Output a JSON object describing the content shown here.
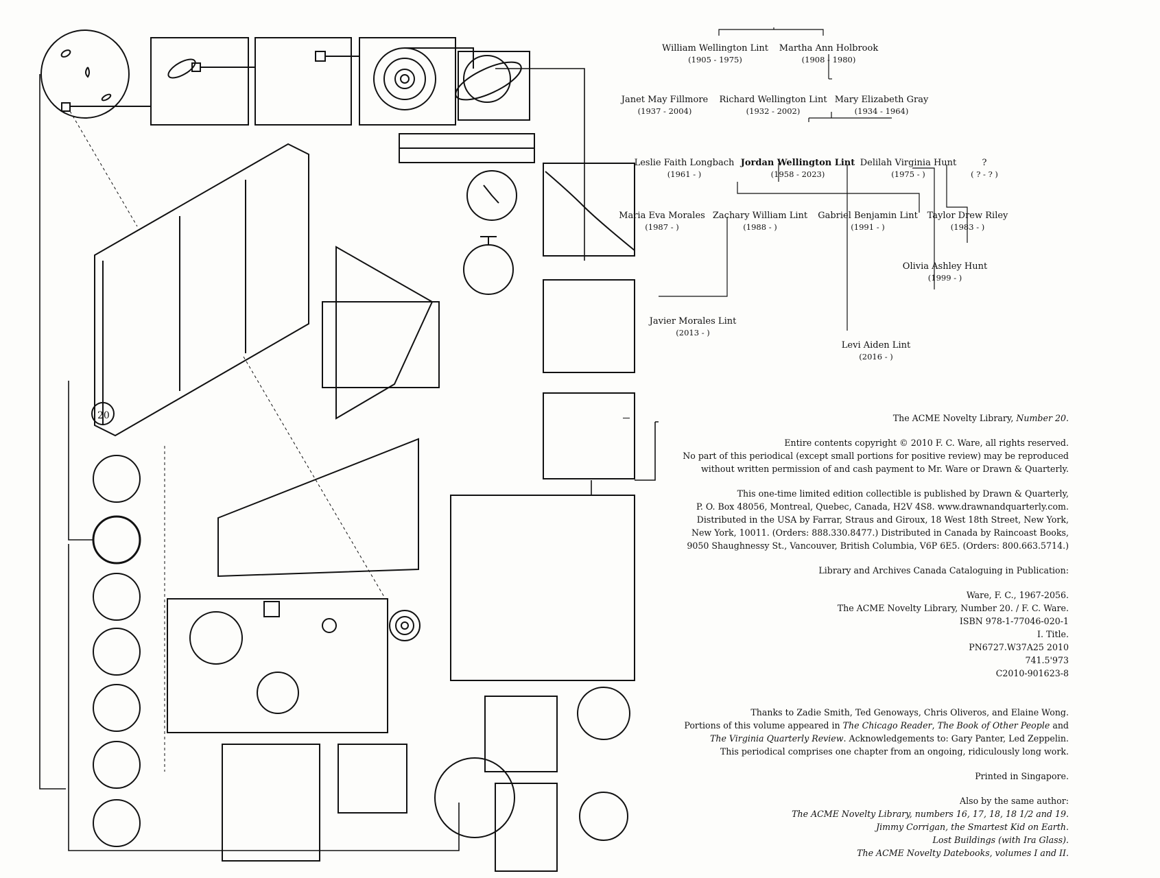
{
  "family_tree": {
    "people": [
      {
        "id": "william",
        "name": "William Wellington Lint",
        "dates": "(1905 - 1975)",
        "bold": false
      },
      {
        "id": "martha",
        "name": "Martha Ann Holbrook",
        "dates": "(1908 - 1980)",
        "bold": false
      },
      {
        "id": "janet",
        "name": "Janet May Fillmore",
        "dates": "(1937 - 2004)",
        "bold": false
      },
      {
        "id": "richard",
        "name": "Richard Wellington Lint",
        "dates": "(1932 - 2002)",
        "bold": false
      },
      {
        "id": "mary",
        "name": "Mary Elizabeth Gray",
        "dates": "(1934 - 1964)",
        "bold": false
      },
      {
        "id": "leslie",
        "name": "Leslie Faith Longbach",
        "dates": "(1961 -   )",
        "bold": false
      },
      {
        "id": "jordan",
        "name": "Jordan Wellington Lint",
        "dates": "(1958 - 2023)",
        "bold": true
      },
      {
        "id": "delilah",
        "name": "Delilah Virginia Hunt",
        "dates": "(1975 -   )",
        "bold": false
      },
      {
        "id": "unknown",
        "name": "?",
        "dates": "( ? - ? )",
        "bold": false
      },
      {
        "id": "maria",
        "name": "Maria Eva Morales",
        "dates": "(1987 -   )",
        "bold": false
      },
      {
        "id": "zachary",
        "name": "Zachary William Lint",
        "dates": "(1988 -   )",
        "bold": false
      },
      {
        "id": "gabriel",
        "name": "Gabriel Benjamin Lint",
        "dates": "(1991 -   )",
        "bold": false
      },
      {
        "id": "taylor",
        "name": "Taylor Drew Riley",
        "dates": "(1983 -   )",
        "bold": false
      },
      {
        "id": "olivia",
        "name": "Olivia Ashley Hunt",
        "dates": "(1999 -   )",
        "bold": false
      },
      {
        "id": "javier",
        "name": "Javier Morales Lint",
        "dates": "(2013 -   )",
        "bold": false
      },
      {
        "id": "levi",
        "name": "Levi Aiden Lint",
        "dates": "(2016 -   )",
        "bold": false
      }
    ]
  },
  "colophon": {
    "series_title": "The ACME Novelty Library,",
    "series_number": "Number 20.",
    "copyright_lines": [
      "Entire contents copyright © 2010  F. C. Ware, all rights reserved.",
      "No part of this periodical (except small portions for positive review) may be reproduced",
      "without written permission of and cash payment to Mr. Ware or Drawn & Quarterly."
    ],
    "publisher_lines": [
      "This one-time limited edition collectible is published by Drawn & Quarterly,",
      "P. O. Box 48056, Montreal, Quebec, Canada, H2V 4S8. www.drawnandquarterly.com.",
      "Distributed in the USA by Farrar, Straus and Giroux, 18 West 18th Street, New York,",
      "New York, 10011. (Orders: 888.330.8477.) Distributed in Canada by Raincoast Books,",
      "9050 Shaughnessy St., Vancouver, British Columbia, V6P 6E5. (Orders: 800.663.5714.)"
    ],
    "cataloguing_heading": "Library and Archives Canada Cataloguing in Publication:",
    "cataloguing_lines": [
      "Ware, F. C., 1967-2056.",
      "The ACME Novelty Library, Number 20. / F. C. Ware.",
      "ISBN 978-1-77046-020-1",
      "I. Title.",
      "PN6727.W37A25 2010",
      "741.5'973",
      "C2010-901623-8"
    ],
    "thanks_1": "Thanks to Zadie Smith, Ted Genoways, Chris Oliveros, and Elaine Wong.",
    "portions_prefix": "Portions of this volume appeared in ",
    "portions_chicago": "The Chicago Reader",
    "comma_1": ", ",
    "portions_book": "The Book of Other People",
    "portions_and": " and",
    "portions_vqr": "The Virginia Quarterly Review",
    "acknowledgements": ". Acknowledgements to: Gary Panter, Led Zeppelin.",
    "chapter_line": "This periodical comprises one chapter from an ongoing, ridiculously long  work.",
    "printed": "Printed in Singapore.",
    "also_heading": "Also by the same author:",
    "also_lines": [
      "The ACME Novelty Library, numbers 16, 17, 18, 18 1/2 and 19.",
      "Jimmy Corrigan, the Smartest Kid on Earth.",
      "Lost Buildings (with Ira Glass).",
      "The ACME Novelty Datebooks, volumes I and II."
    ]
  },
  "book_spine_number": "20"
}
